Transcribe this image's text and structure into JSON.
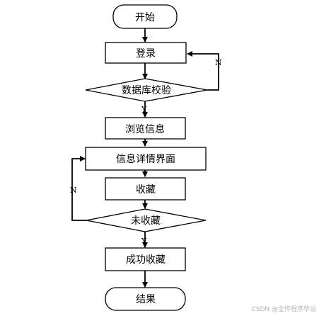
{
  "flowchart": {
    "start": "开始",
    "login": "登录",
    "db_check": "数据库校验",
    "browse": "浏览信息",
    "detail_page": "信息详情界面",
    "favorite": "收藏",
    "not_favorited": "未收藏",
    "favorite_success": "成功收藏",
    "end": "结果",
    "no_label_1": "N",
    "yes_label_1": "Y",
    "no_label_2": "N",
    "yes_label_2": "Y"
  },
  "watermark": "CSDN @全传程序毕设"
}
